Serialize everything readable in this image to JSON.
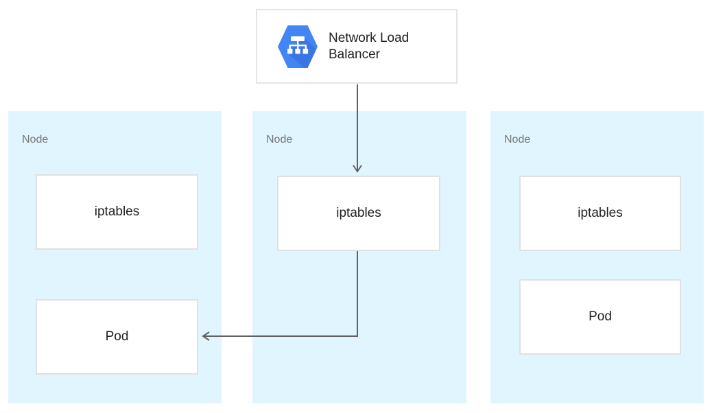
{
  "load_balancer": {
    "label": "Network Load Balancer",
    "icon": "network-load-balancer-hexagon-icon"
  },
  "nodes": [
    {
      "label": "Node",
      "boxes": [
        {
          "label": "iptables"
        },
        {
          "label": "Pod"
        }
      ]
    },
    {
      "label": "Node",
      "boxes": [
        {
          "label": "iptables"
        }
      ]
    },
    {
      "label": "Node",
      "boxes": [
        {
          "label": "iptables"
        },
        {
          "label": "Pod"
        }
      ]
    }
  ],
  "arrows": [
    {
      "name": "load-balancer-to-middle-iptables",
      "from": "Network Load Balancer",
      "to": "iptables (middle node)"
    },
    {
      "name": "middle-iptables-to-left-pod",
      "from": "iptables (middle node)",
      "to": "Pod (left node)"
    }
  ],
  "colors": {
    "node_background": "#e1f5fe",
    "box_border": "#e0e0e0",
    "card_border": "#e4e4e4",
    "arrow": "#616161",
    "hexagon_blue": "#4285f4",
    "hexagon_shadow": "#3367d6",
    "node_label_text": "#757575",
    "box_label_text": "#212121"
  }
}
